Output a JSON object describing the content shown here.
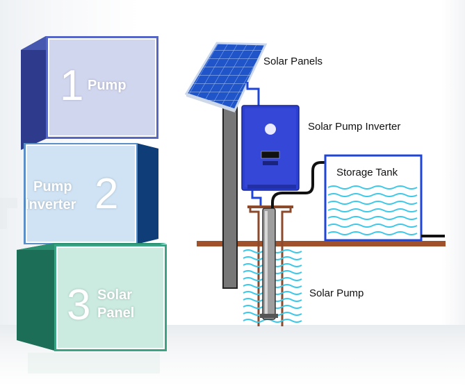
{
  "blocks": [
    {
      "number": "1",
      "label": "Pump"
    },
    {
      "number": "2",
      "label_line1": "Pump",
      "label_line2": "Inverter"
    },
    {
      "number": "3",
      "label_line1": "Solar",
      "label_line2": "Panel"
    }
  ],
  "diagram": {
    "solar_panels": "Solar Panels",
    "inverter": "Solar Pump Inverter",
    "storage_tank": "Storage Tank",
    "solar_pump": "Solar Pump"
  },
  "colors": {
    "block1": "#3a4aa3",
    "block2": "#1f4f8f",
    "block3": "#1f8a6a",
    "inverter": "#2b3fd0",
    "ground": "#a0522d",
    "water": "#3ec8e8",
    "pipe": "#111111"
  }
}
